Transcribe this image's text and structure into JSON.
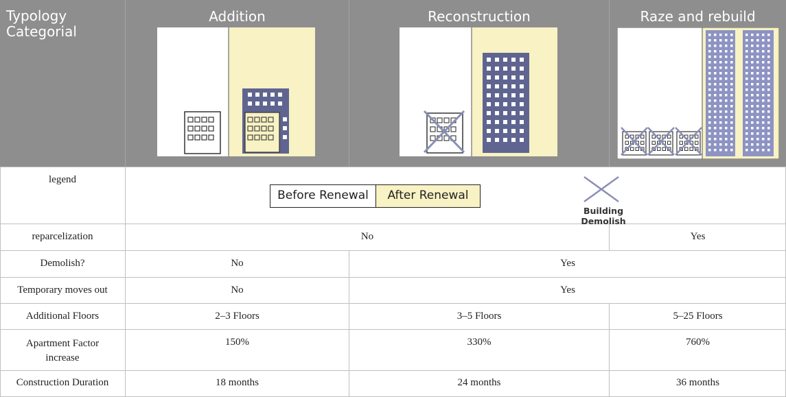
{
  "header": {
    "typology_line1": "Typology",
    "typology_line2": "Categorial",
    "columns": [
      {
        "title": "Addition"
      },
      {
        "title": "Reconstruction"
      },
      {
        "title": "Raze and rebuild"
      }
    ]
  },
  "legend": {
    "label": "legend",
    "before": "Before Renewal",
    "after": "After Renewal",
    "demolish": "Building Demolish"
  },
  "rows": {
    "reparcelization": {
      "label": "reparcelization",
      "no": "No",
      "yes": "Yes"
    },
    "demolish": {
      "label": "Demolish?",
      "no": "No",
      "yes": "Yes"
    },
    "temporary": {
      "label": "Temporary moves out",
      "no": "No",
      "yes": "Yes"
    },
    "floors": {
      "label": "Additional Floors",
      "addition": "2–3 Floors",
      "reconstruction": "3–5 Floors",
      "raze": "5–25 Floors"
    },
    "factor": {
      "label_line1": "Apartment Factor",
      "label_line2": "increase",
      "addition": "150%",
      "reconstruction": "330%",
      "raze": "760%"
    },
    "duration": {
      "label": "Construction Duration",
      "addition": "18 months",
      "reconstruction": "24 months",
      "raze": "36 months"
    }
  },
  "colors": {
    "header_bg": "#8e8e8e",
    "after_fill": "#f8f2c4",
    "building_blue": "#5f6590",
    "building_light_blue": "#8d93c2",
    "x_mark": "#8a8fb5"
  }
}
